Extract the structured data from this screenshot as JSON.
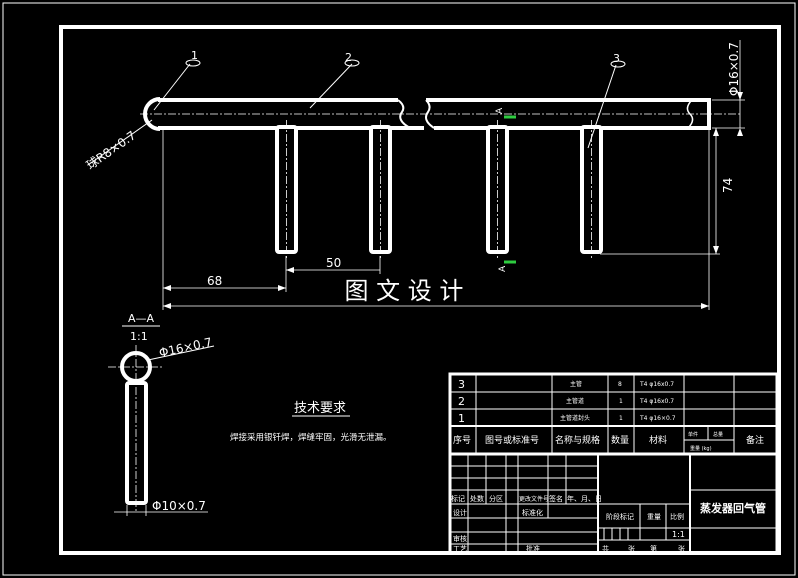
{
  "balloons": [
    "1",
    "2",
    "3"
  ],
  "annotations": {
    "ball_radius": "球R8×0.7",
    "pipe_dia_top": "Φ16×0.7",
    "height_74": "74",
    "dim_50": "50",
    "dim_68": "68",
    "section_marker": "A",
    "section_title": "A—A",
    "section_scale": "1:1",
    "section_outer": "Φ16×0.7",
    "section_inner": "Φ10×0.7"
  },
  "watermark": "图 文 设 计",
  "tech": {
    "title": "技术要求",
    "body": "焊接采用银钎焊，焊缝牢固，光滑无泄漏。"
  },
  "parts_list": {
    "rows": [
      {
        "no": "3",
        "code": "",
        "name": "主管",
        "qty": "8",
        "material": "T4 φ16x0.7"
      },
      {
        "no": "2",
        "code": "",
        "name": "主管道",
        "qty": "1",
        "material": "T4 φ16x0.7"
      },
      {
        "no": "1",
        "code": "",
        "name": "主管道封头",
        "qty": "1",
        "material": "T4 φ16×0.7"
      }
    ],
    "headers": {
      "no": "序号",
      "code": "图号或标准号",
      "name": "名称与规格",
      "qty": "数量",
      "material": "材料",
      "unit": "单件",
      "total": "总量",
      "weight": "重量 (kg)",
      "remark": "备注"
    }
  },
  "title_block": {
    "drawing_name": "蒸发器回气管",
    "labels": {
      "mark": "标记",
      "count": "处数",
      "zone": "分区",
      "change_doc": "更改文件号",
      "sign": "签名",
      "date": "年、月、日",
      "design": "设计",
      "standard": "标准化",
      "stage": "阶段标记",
      "weight": "重量",
      "ratio": "比例",
      "check": "审核",
      "process": "工艺",
      "approve": "批准",
      "sheet_total": "共",
      "sheet_unit": "张",
      "sheet_no": "第",
      "sheet_unit2": "张"
    },
    "scale": "1:1"
  }
}
